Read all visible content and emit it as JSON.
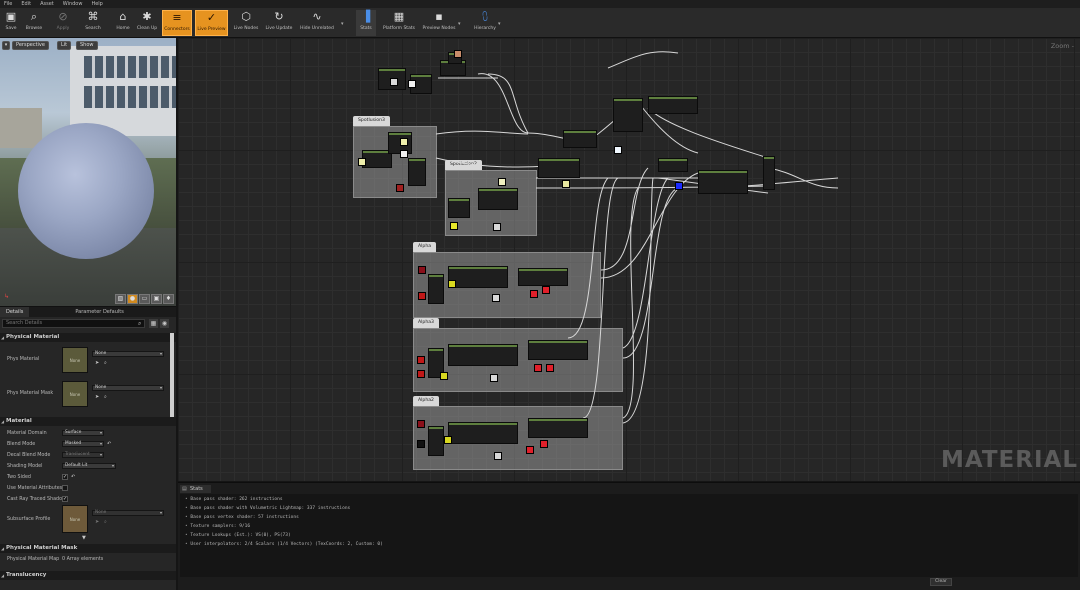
{
  "menu": [
    "File",
    "Edit",
    "Asset",
    "Window",
    "Help"
  ],
  "toolbar": [
    {
      "label": "Save",
      "icon": "save-icon",
      "glyph": "▣"
    },
    {
      "label": "Browse",
      "icon": "browse-icon",
      "glyph": "⌕"
    },
    {
      "label": "Apply",
      "icon": "apply-icon",
      "glyph": "⊘"
    },
    {
      "label": "Search",
      "icon": "search-icon",
      "glyph": "⌘"
    },
    {
      "label": "Home",
      "icon": "home-icon",
      "glyph": "⌂"
    },
    {
      "label": "Clean Up",
      "icon": "clean-up-icon",
      "glyph": "✱"
    },
    {
      "label": "Connectors",
      "icon": "connectors-icon",
      "glyph": "≡"
    },
    {
      "label": "Live Preview",
      "icon": "live-preview-icon",
      "glyph": "✓"
    },
    {
      "label": "Live Nodes",
      "icon": "live-nodes-icon",
      "glyph": "⬡"
    },
    {
      "label": "Live Update",
      "icon": "live-update-icon",
      "glyph": "↻"
    },
    {
      "label": "Hide Unrelated",
      "icon": "hide-unrelated-icon",
      "glyph": "∿"
    },
    {
      "label": "Stats",
      "icon": "stats-icon",
      "glyph": "▐"
    },
    {
      "label": "Platform Stats",
      "icon": "platform-stats-icon",
      "glyph": "▦"
    },
    {
      "label": "Preview Nodes",
      "icon": "preview-nodes-icon",
      "glyph": "▪"
    },
    {
      "label": "Hierarchy",
      "icon": "hierarchy-icon",
      "glyph": "⩇"
    }
  ],
  "viewport": {
    "perspective": "Perspective",
    "lit": "Lit",
    "show": "Show"
  },
  "details": {
    "tab_details": "Details",
    "tab_params": "Parameter Defaults",
    "search_placeholder": "Search Details",
    "sections": {
      "physical_material": "Physical Material",
      "material": "Material",
      "physical_material_mask": "Physical Material Mask",
      "translucency": "Translucency"
    },
    "phys_material": {
      "label": "Phys Material",
      "value": "None"
    },
    "phys_material_mask": {
      "label": "Phys Material Mask",
      "value": "None"
    },
    "thumb_text": "None",
    "material_domain": {
      "label": "Material Domain",
      "value": "Surface"
    },
    "blend_mode": {
      "label": "Blend Mode",
      "value": "Masked"
    },
    "decal_blend_mode": {
      "label": "Decal Blend Mode",
      "value": "Translucent"
    },
    "shading_model": {
      "label": "Shading Model",
      "value": "Default Lit"
    },
    "two_sided": {
      "label": "Two Sided"
    },
    "use_material_attributes": {
      "label": "Use Material Attributes"
    },
    "cast_ray_traced_shadow": {
      "label": "Cast Ray Traced Shadow"
    },
    "subsurface_profile": {
      "label": "Subsurface Profile",
      "value": "None"
    },
    "physical_material_map": {
      "label": "Physical Material Map",
      "value": "0 Array elements"
    }
  },
  "graph": {
    "zoom": "Zoom -",
    "watermark": "MATERIAL",
    "comments": [
      "Spotlusion3",
      "Spotlusion2",
      "Alpha",
      "Alpha3",
      "Alpha2"
    ]
  },
  "stats": {
    "tab": "Stats",
    "lines": [
      "Base pass shader: 262 instructions",
      "Base pass shader with Volumetric Lightmap: 337 instructions",
      "Base pass vertex shader: 57 instructions",
      "Texture samplers: 9/16",
      "Texture Lookups (Est.): VS(0), PS(73)",
      "User interpolators: 2/4 Scalars (1/4 Vectors) (TexCoords: 2, Custom: 0)"
    ],
    "clear": "Clear"
  }
}
